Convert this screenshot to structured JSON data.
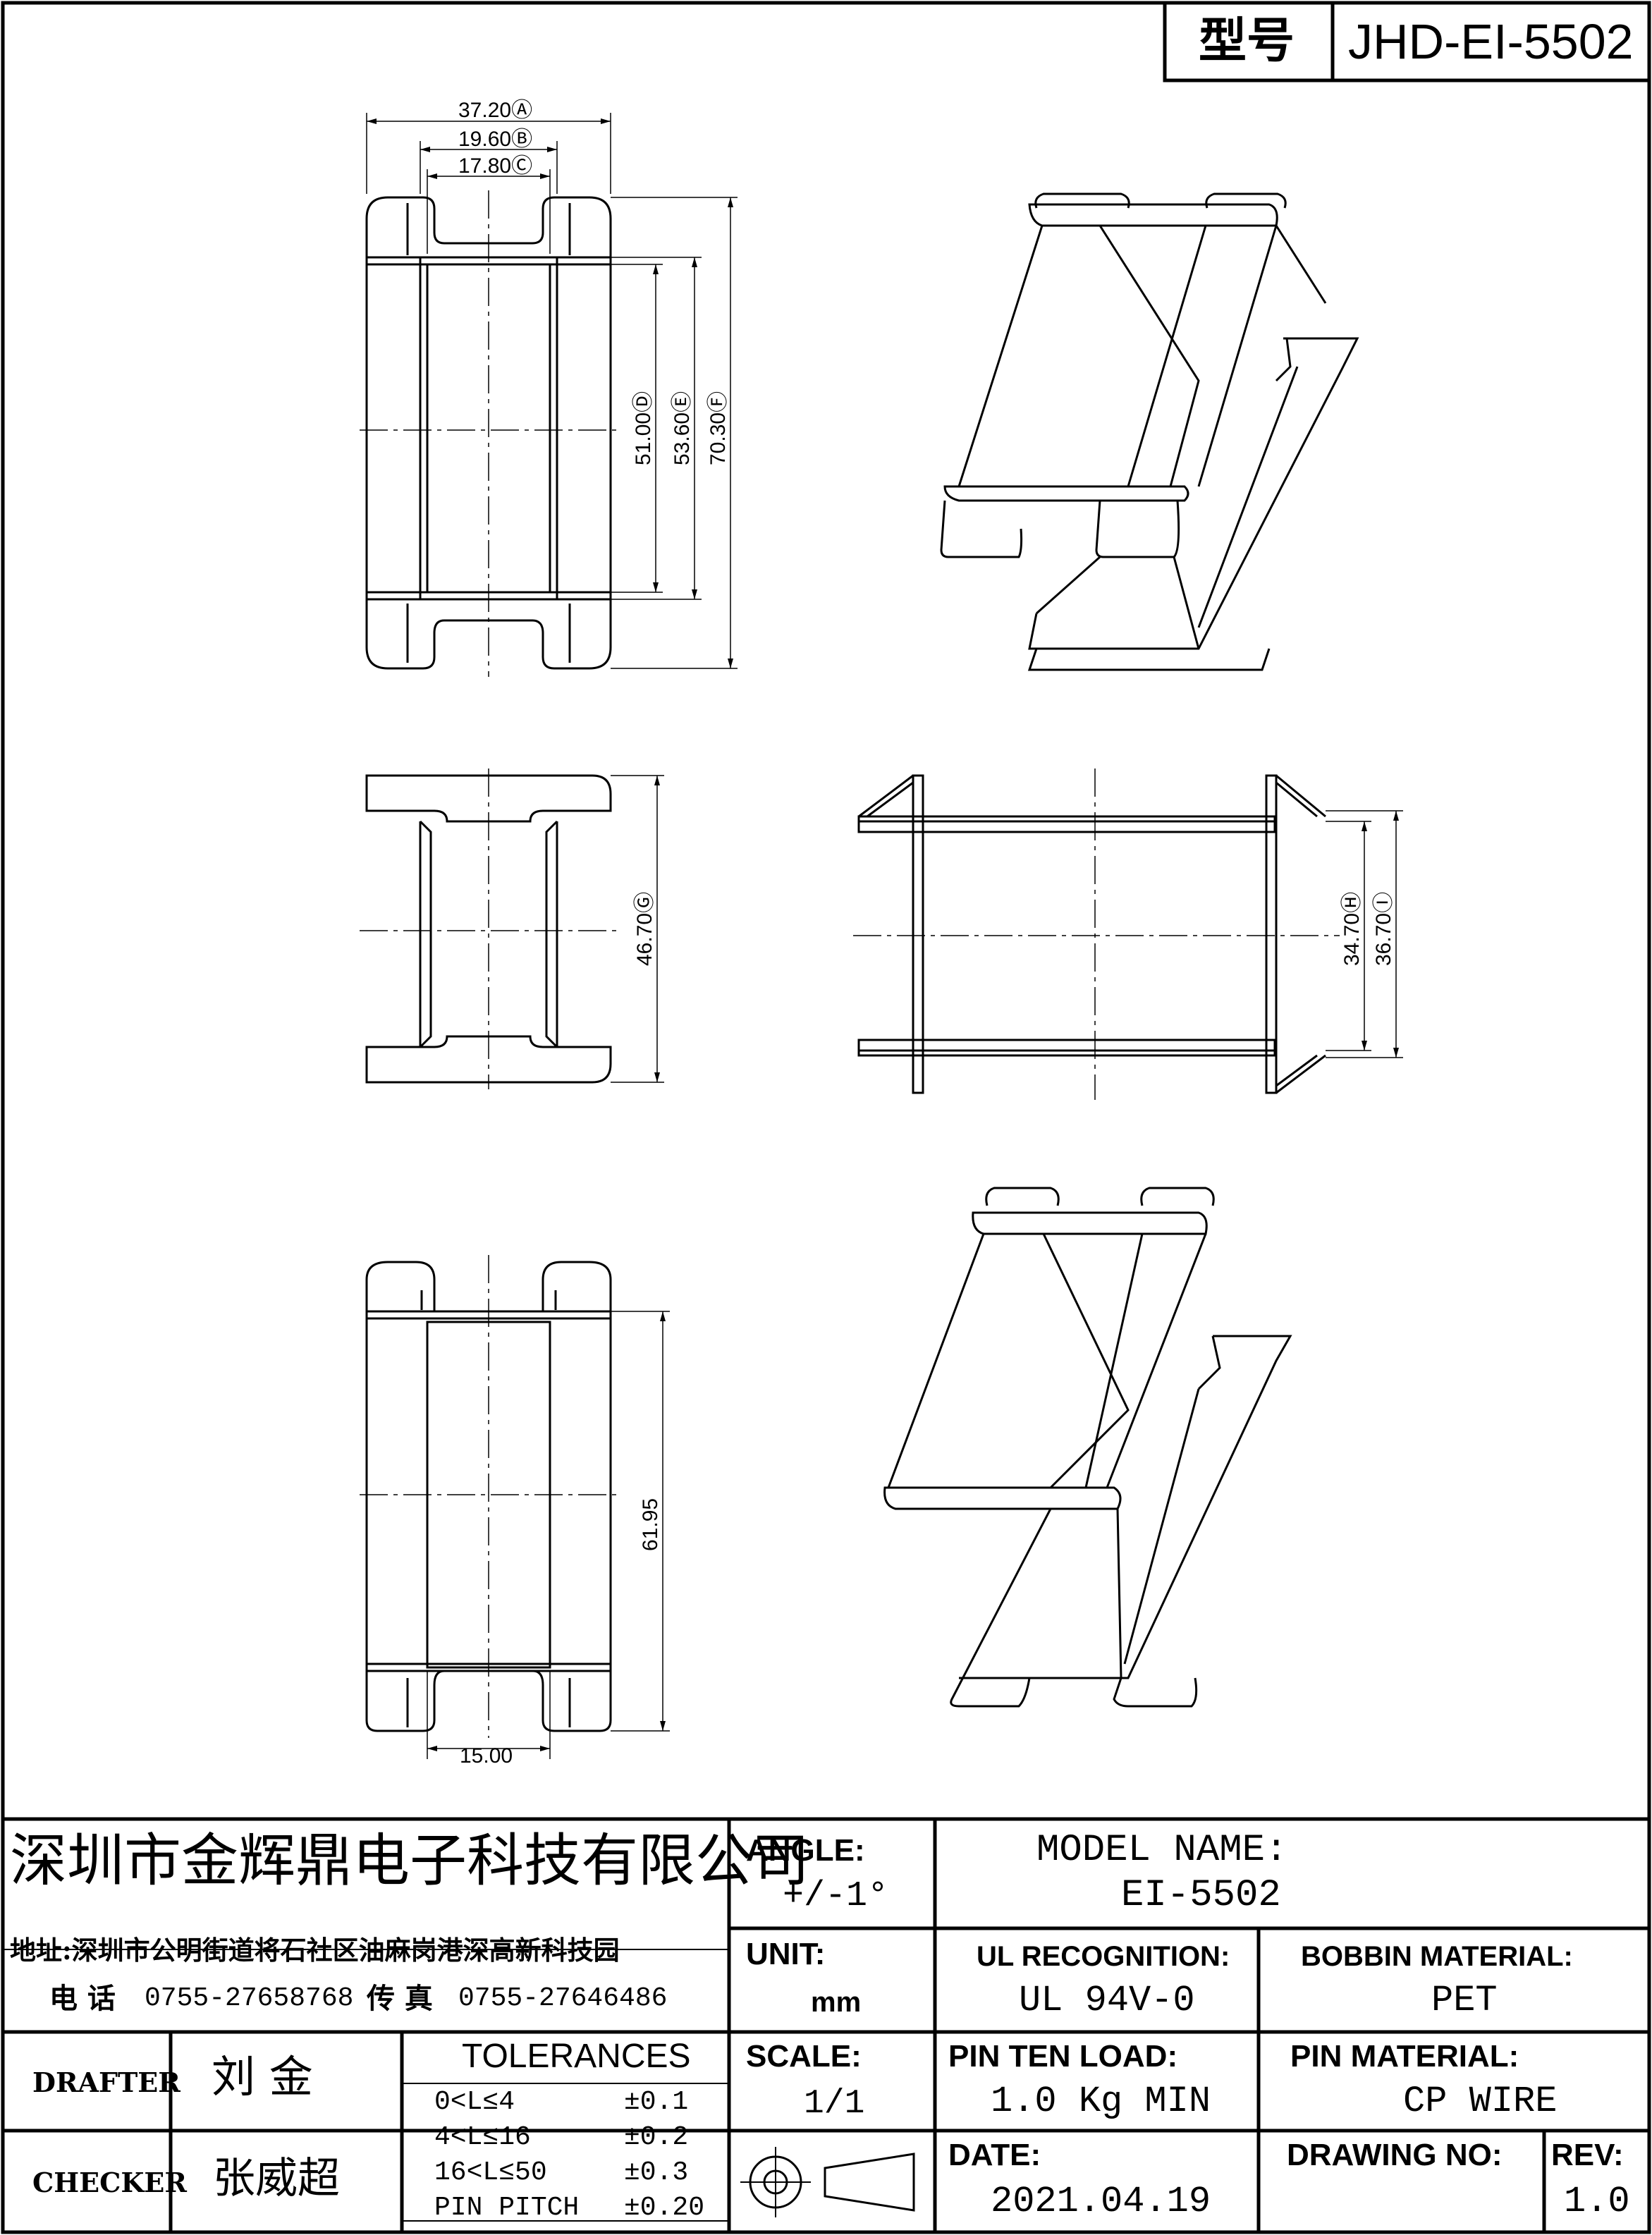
{
  "title_block": {
    "model_label": "型号",
    "model_value": "JHD-EI-5502"
  },
  "dimensions": {
    "a": "37.20Ⓐ",
    "b": "19.60Ⓑ",
    "c": "17.80Ⓒ",
    "d": "51.00Ⓓ",
    "e": "53.60Ⓔ",
    "f": "70.30Ⓕ",
    "g": "46.70Ⓖ",
    "h": "34.70Ⓗ",
    "i": "36.70Ⓘ",
    "length": "61.95",
    "width": "15.00"
  },
  "company": {
    "name": "深圳市金辉鼎电子科技有限公司",
    "address": "地址:深圳市公明街道将石社区油麻岗港深高新科技园",
    "tel_label": "电 话",
    "tel": "0755-27658768",
    "fax_label": "传 真",
    "fax": "0755-27646486"
  },
  "specs": {
    "angle_label": "ANGLE:",
    "angle_value": "+/-1°",
    "unit_label": "UNIT:",
    "unit_value": "mm",
    "scale_label": "SCALE:",
    "scale_value": "1/1",
    "model_name_label": "MODEL NAME:",
    "model_name_value": "EI-5502",
    "ul_label": "UL RECOGNITION:",
    "ul_value": "UL 94V-0",
    "bobbin_label": "BOBBIN MATERIAL:",
    "bobbin_value": "PET",
    "pin_load_label": "PIN TEN LOAD:",
    "pin_load_value": "1.0 Kg MIN",
    "pin_material_label": "PIN MATERIAL:",
    "pin_material_value": "CP WIRE",
    "date_label": "DATE:",
    "date_value": "2021.04.19",
    "drawing_no_label": "DRAWING NO:",
    "drawing_no_value": "",
    "rev_label": "REV:",
    "rev_value": "1.0"
  },
  "people": {
    "drafter_label": "DRAFTER",
    "drafter_name": "刘 金",
    "checker_label": "CHECKER",
    "checker_name": "张威超"
  },
  "tolerances": {
    "title": "TOLERANCES",
    "rows": [
      {
        "range": "0<L≤4",
        "value": "±0.1"
      },
      {
        "range": "4<L≤16",
        "value": "±0.2"
      },
      {
        "range": "16<L≤50",
        "value": "±0.3"
      },
      {
        "range": "PIN PITCH",
        "value": "±0.20"
      }
    ]
  }
}
